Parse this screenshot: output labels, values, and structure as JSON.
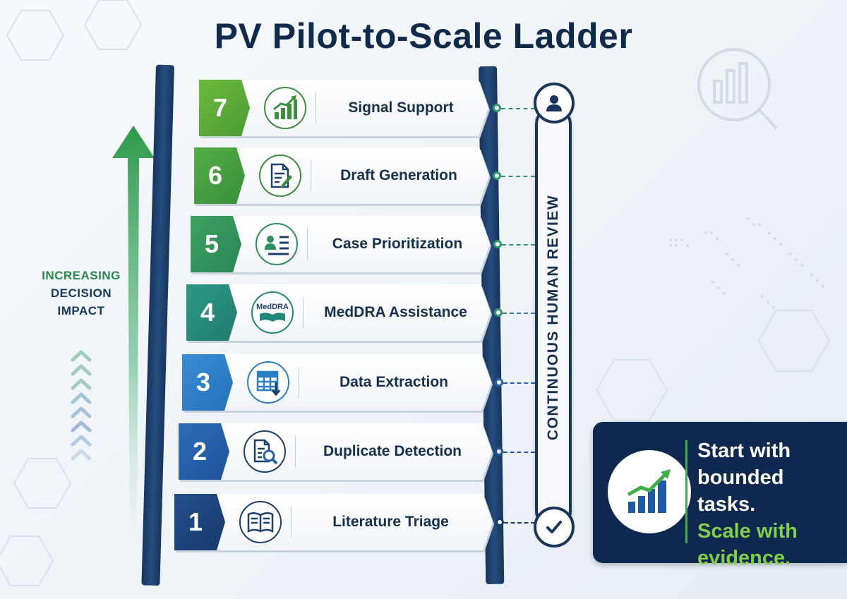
{
  "title": "PV Pilot-to-Scale Ladder",
  "impact_label": {
    "line1": "INCREASING",
    "line2": "DECISION",
    "line3": "IMPACT"
  },
  "review_label": "CONTINUOUS HUMAN REVIEW",
  "steps": [
    {
      "number": "7",
      "label": "Signal Support",
      "icon": "growth-chart-icon",
      "color": "#5aa83a"
    },
    {
      "number": "6",
      "label": "Draft Generation",
      "icon": "document-pen-icon",
      "color": "#3d9a49"
    },
    {
      "number": "5",
      "label": "Case Prioritization",
      "icon": "prioritized-list-icon",
      "color": "#2e8f5e"
    },
    {
      "number": "4",
      "label": "MedDRA Assistance",
      "icon": "meddra-book-icon",
      "icon_text": "MedDRA",
      "color": "#24867a"
    },
    {
      "number": "3",
      "label": "Data Extraction",
      "icon": "table-extract-icon",
      "color": "#2c7ec4"
    },
    {
      "number": "2",
      "label": "Duplicate Detection",
      "icon": "document-search-icon",
      "color": "#2560a8"
    },
    {
      "number": "1",
      "label": "Literature Triage",
      "icon": "open-book-icon",
      "color": "#1a4a8a"
    }
  ],
  "callout": {
    "line1": "Start with",
    "line2": "bounded tasks.",
    "line3": "Scale with",
    "line4": "evidence.",
    "icon": "growth-bars-icon"
  },
  "colors": {
    "navy": "#0f2a4a",
    "green": "#3fae49",
    "dashed_connector": "#2e9a6a"
  }
}
